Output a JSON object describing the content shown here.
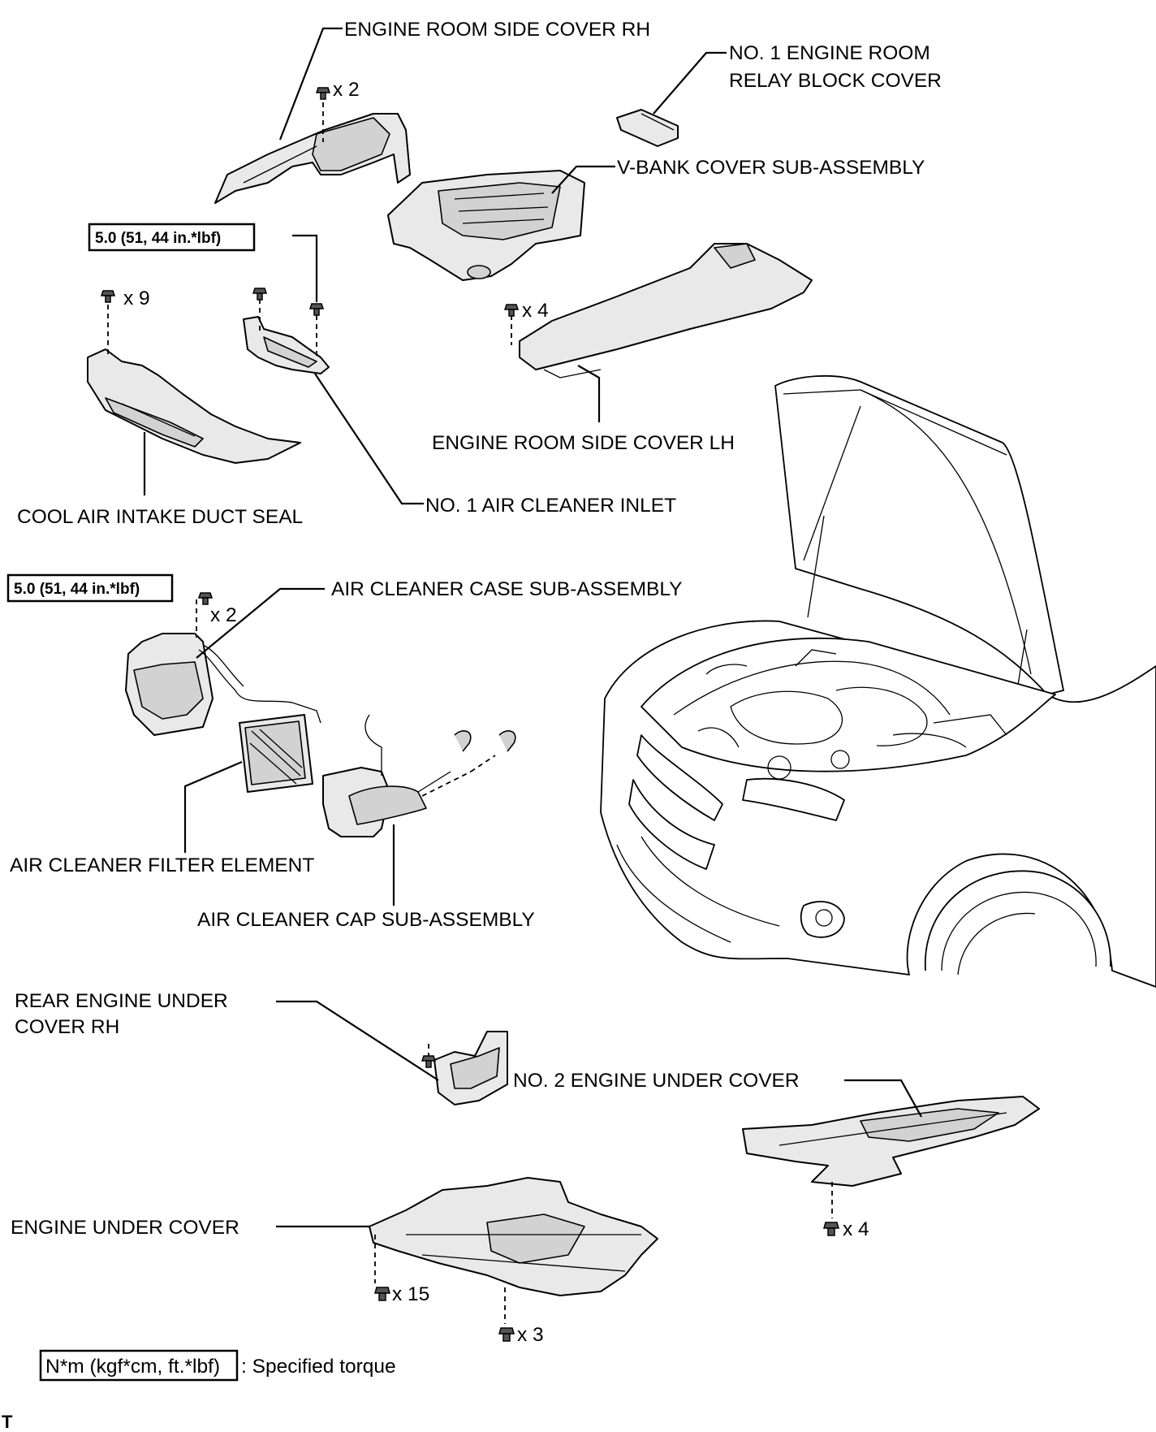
{
  "labels": {
    "engine_room_side_cover_rh": "ENGINE ROOM SIDE COVER RH",
    "no1_engine_room_relay_block_cover_1": "NO. 1 ENGINE ROOM",
    "no1_engine_room_relay_block_cover_2": "RELAY BLOCK COVER",
    "v_bank_cover": "V-BANK COVER SUB-ASSEMBLY",
    "engine_room_side_cover_lh": "ENGINE ROOM SIDE COVER LH",
    "cool_air_intake_duct_seal": "COOL AIR INTAKE DUCT SEAL",
    "no1_air_cleaner_inlet": "NO. 1 AIR CLEANER INLET",
    "air_cleaner_case": "AIR CLEANER CASE SUB-ASSEMBLY",
    "air_cleaner_filter_element": "AIR CLEANER FILTER ELEMENT",
    "air_cleaner_cap": "AIR CLEANER CAP SUB-ASSEMBLY",
    "rear_engine_under_cover_rh_1": "REAR ENGINE UNDER",
    "rear_engine_under_cover_rh_2": "COVER RH",
    "no2_engine_under_cover": "NO. 2 ENGINE UNDER COVER",
    "engine_under_cover": "ENGINE UNDER COVER"
  },
  "quantities": {
    "rh_cover_bolts": "x 2",
    "duct_seal_clips": "x 9",
    "lh_cover_clips": "x 4",
    "air_case_bolts": "x 2",
    "no2_under_cover_bolts": "x 4",
    "under_cover_bolts": "x 15",
    "under_cover_bolts_rear": "x 3"
  },
  "torque": {
    "inlet_bolt": "5.0 (51, 44 in.*lbf)",
    "air_case_bolt": "5.0 (51, 44 in.*lbf)"
  },
  "legend": {
    "box_text": "N*m (kgf*cm, ft.*lbf)",
    "description": ": Specified torque"
  },
  "corner_mark": "T"
}
